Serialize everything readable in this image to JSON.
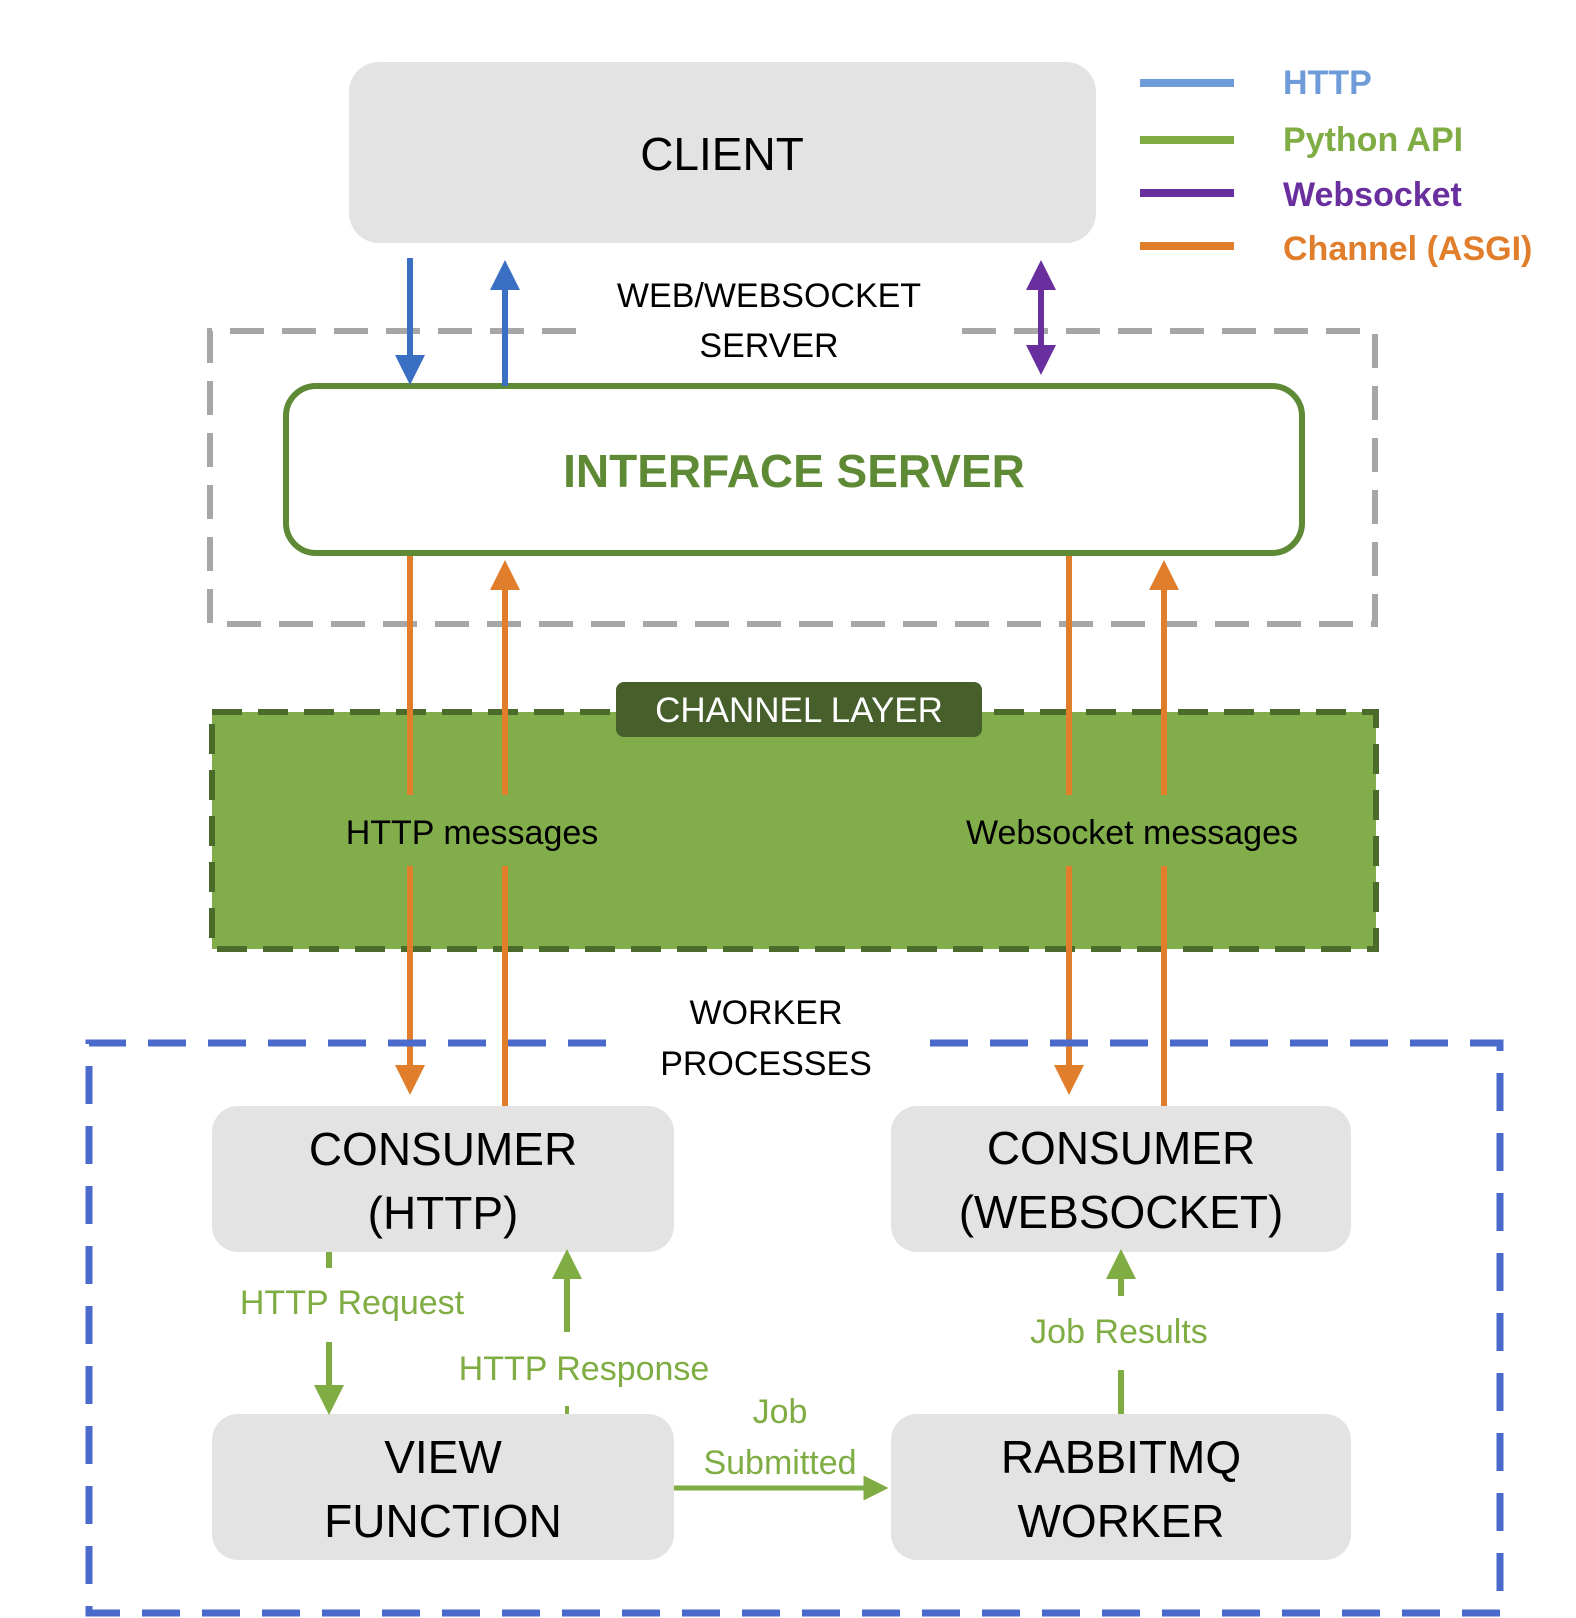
{
  "legend": {
    "items": [
      {
        "label": "HTTP",
        "color": "#6f9bd8"
      },
      {
        "label": "Python API",
        "color": "#7fad44"
      },
      {
        "label": "Websocket",
        "color": "#6a2f9e"
      },
      {
        "label": "Channel (ASGI)",
        "color": "#e07e2c"
      }
    ]
  },
  "nodes": {
    "client": "CLIENT",
    "interface_server": "INTERFACE SERVER",
    "channel_layer_badge": "CHANNEL LAYER",
    "consumer_http": {
      "line1": "CONSUMER",
      "line2": "(HTTP)"
    },
    "consumer_websocket": {
      "line1": "CONSUMER",
      "line2": "(WEBSOCKET)"
    },
    "view_function": {
      "line1": "VIEW",
      "line2": "FUNCTION"
    },
    "rabbitmq_worker": {
      "line1": "RABBITMQ",
      "line2": "WORKER"
    }
  },
  "zones": {
    "web_server": {
      "line1": "WEB/WEBSOCKET",
      "line2": "SERVER"
    },
    "worker_processes": {
      "line1": "WORKER",
      "line2": "PROCESSES"
    }
  },
  "edge_labels": {
    "http_messages": "HTTP messages",
    "websocket_messages": "Websocket messages",
    "http_request": "HTTP Request",
    "http_response": "HTTP Response",
    "job_submitted": {
      "line1": "Job",
      "line2": "Submitted"
    },
    "job_results": "Job Results"
  },
  "colors": {
    "http": "#3a6fc4",
    "python_api": "#7fad44",
    "websocket": "#6a2f9e",
    "channel": "#e07e2c",
    "interface_border": "#5e8a35",
    "interface_text": "#5e8a35",
    "channel_fill": "#82ad4b",
    "channel_border": "#4b6b2a",
    "badge_fill": "#465f2b",
    "node_fill": "#e3e3e3",
    "web_zone_border": "#a6a6a6",
    "worker_zone_border": "#4a6bcc"
  }
}
